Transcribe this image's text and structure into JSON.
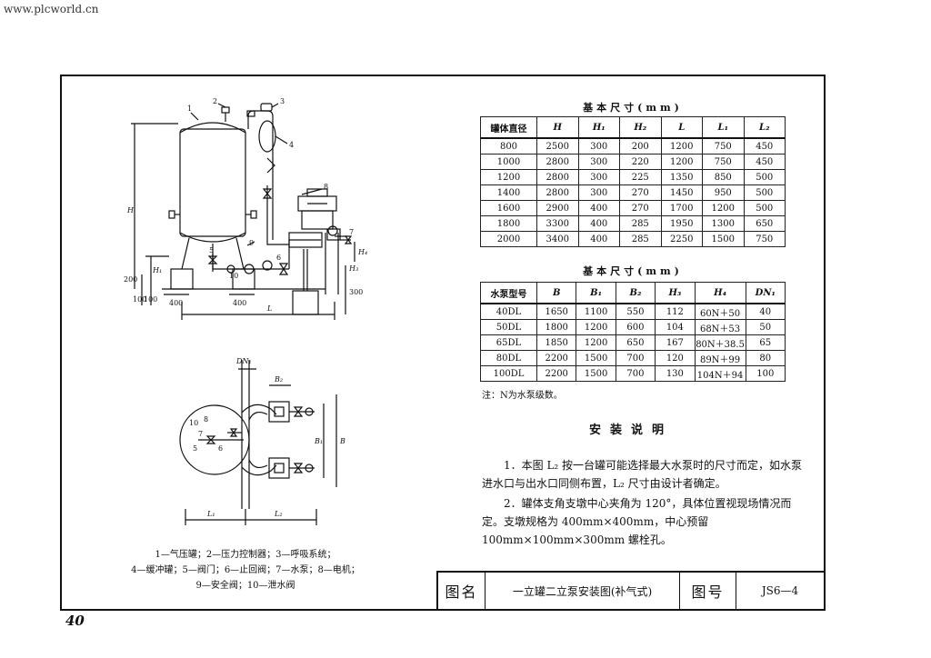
{
  "watermark": "www.plcworld.cn",
  "page_number": "40",
  "drawing_labels": {
    "h": "H",
    "h1": "H₁",
    "dim_400_a": "400",
    "dim_400_b": "400",
    "l": "L",
    "dim_200": "200",
    "dim_100_a": "100",
    "dim_100_b": "100",
    "dim_300": "300",
    "h4": "H₄",
    "h3": "H₃",
    "dn1": "DN₁",
    "b2": "B₂",
    "b1": "B₁",
    "b": "B",
    "l1": "L₁",
    "l2": "L₂",
    "n1": "1",
    "n2": "2",
    "n3": "3",
    "n4": "4",
    "n5": "5",
    "n6": "6",
    "n7": "7",
    "n8": "8",
    "n9": "9",
    "n10": "10",
    "p10": "10",
    "p5": "5",
    "p6": "6",
    "p7": "7",
    "p8": "8"
  },
  "legend": [
    "1—气压罐；2—压力控制器；3—呼吸系统；",
    "4—缓冲罐；5—阀门；6—止回阀；7—水泵；8—电机；",
    "9—安全阀；10—泄水阀"
  ],
  "table1": {
    "title": "基本尺寸(mm)",
    "headers": [
      "罐体直径",
      "H",
      "H₁",
      "H₂",
      "L",
      "L₁",
      "L₂"
    ],
    "rows": [
      [
        "800",
        "2500",
        "300",
        "200",
        "1200",
        "750",
        "450"
      ],
      [
        "1000",
        "2800",
        "300",
        "220",
        "1200",
        "750",
        "450"
      ],
      [
        "1200",
        "2800",
        "300",
        "225",
        "1350",
        "850",
        "500"
      ],
      [
        "1400",
        "2800",
        "300",
        "270",
        "1450",
        "950",
        "500"
      ],
      [
        "1600",
        "2900",
        "400",
        "270",
        "1700",
        "1200",
        "500"
      ],
      [
        "1800",
        "3300",
        "400",
        "285",
        "1950",
        "1300",
        "650"
      ],
      [
        "2000",
        "3400",
        "400",
        "285",
        "2250",
        "1500",
        "750"
      ]
    ]
  },
  "table2": {
    "title": "基本尺寸(mm)",
    "headers": [
      "水泵型号",
      "B",
      "B₁",
      "B₂",
      "H₃",
      "H₄",
      "DN₁"
    ],
    "rows": [
      [
        "40DL",
        "1650",
        "1100",
        "550",
        "112",
        "60N＋50",
        "40"
      ],
      [
        "50DL",
        "1800",
        "1200",
        "600",
        "104",
        "68N＋53",
        "50"
      ],
      [
        "65DL",
        "1850",
        "1200",
        "650",
        "167",
        "80N＋38.5",
        "65"
      ],
      [
        "80DL",
        "2200",
        "1500",
        "700",
        "120",
        "89N＋99",
        "80"
      ],
      [
        "100DL",
        "2200",
        "1500",
        "700",
        "130",
        "104N＋94",
        "100"
      ]
    ],
    "note": "注：N为水泵级数。"
  },
  "installation": {
    "title": "安装说明",
    "p1": "1．本图 L₂ 按一台罐可能选择最大水泵时的尺寸而定，如水泵进水口与出水口同侧布置，L₂ 尺寸由设计者确定。",
    "p2": "2．罐体支角支墩中心夹角为 120°，具体位置视现场情况而定。支墩规格为 400mm×400mm，中心预留 100mm×100mm×300mm 螺栓孔。"
  },
  "title_block": {
    "name_label": "图名",
    "name_value": "一立罐二立泵安装图(补气式)",
    "number_label": "图号",
    "number_value": "JS6—4"
  }
}
